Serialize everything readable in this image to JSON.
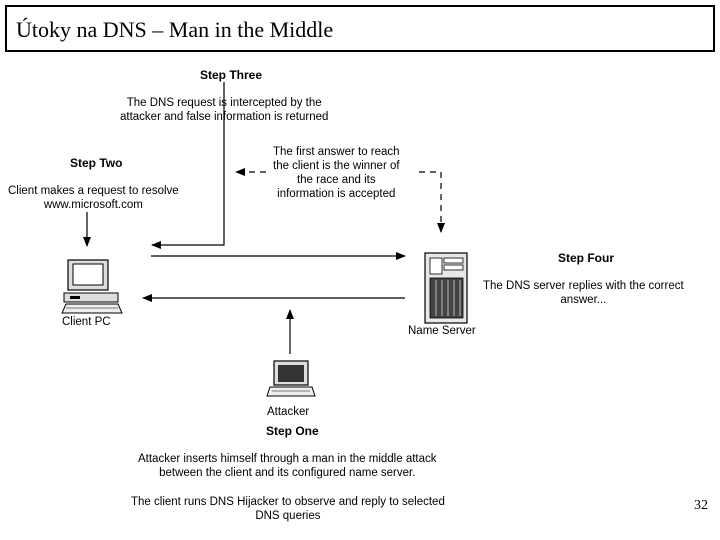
{
  "slide": {
    "title": "Útoky na DNS – Man in the Middle",
    "page_number": "32"
  },
  "diagram": {
    "step_three": {
      "heading": "Step Three",
      "text": "The DNS request is intercepted by the\nattacker and false information is returned"
    },
    "step_two": {
      "heading": "Step Two",
      "text": "Client makes a request to resolve\nwww.microsoft.com"
    },
    "race_note": "The first answer to reach\nthe client is the winner of\nthe race and its\ninformation is accepted",
    "step_four": {
      "heading": "Step Four",
      "text": "The DNS server replies with the correct\nanswer..."
    },
    "client_label": "Client PC",
    "server_label": "Name Server",
    "attacker_label": "Attacker",
    "step_one": {
      "heading": "Step One",
      "text": "Attacker inserts himself through a man in the middle attack\nbetween the client and its configured name server.",
      "text2": "The client runs DNS Hijacker to observe and reply to selected\nDNS queries"
    }
  }
}
